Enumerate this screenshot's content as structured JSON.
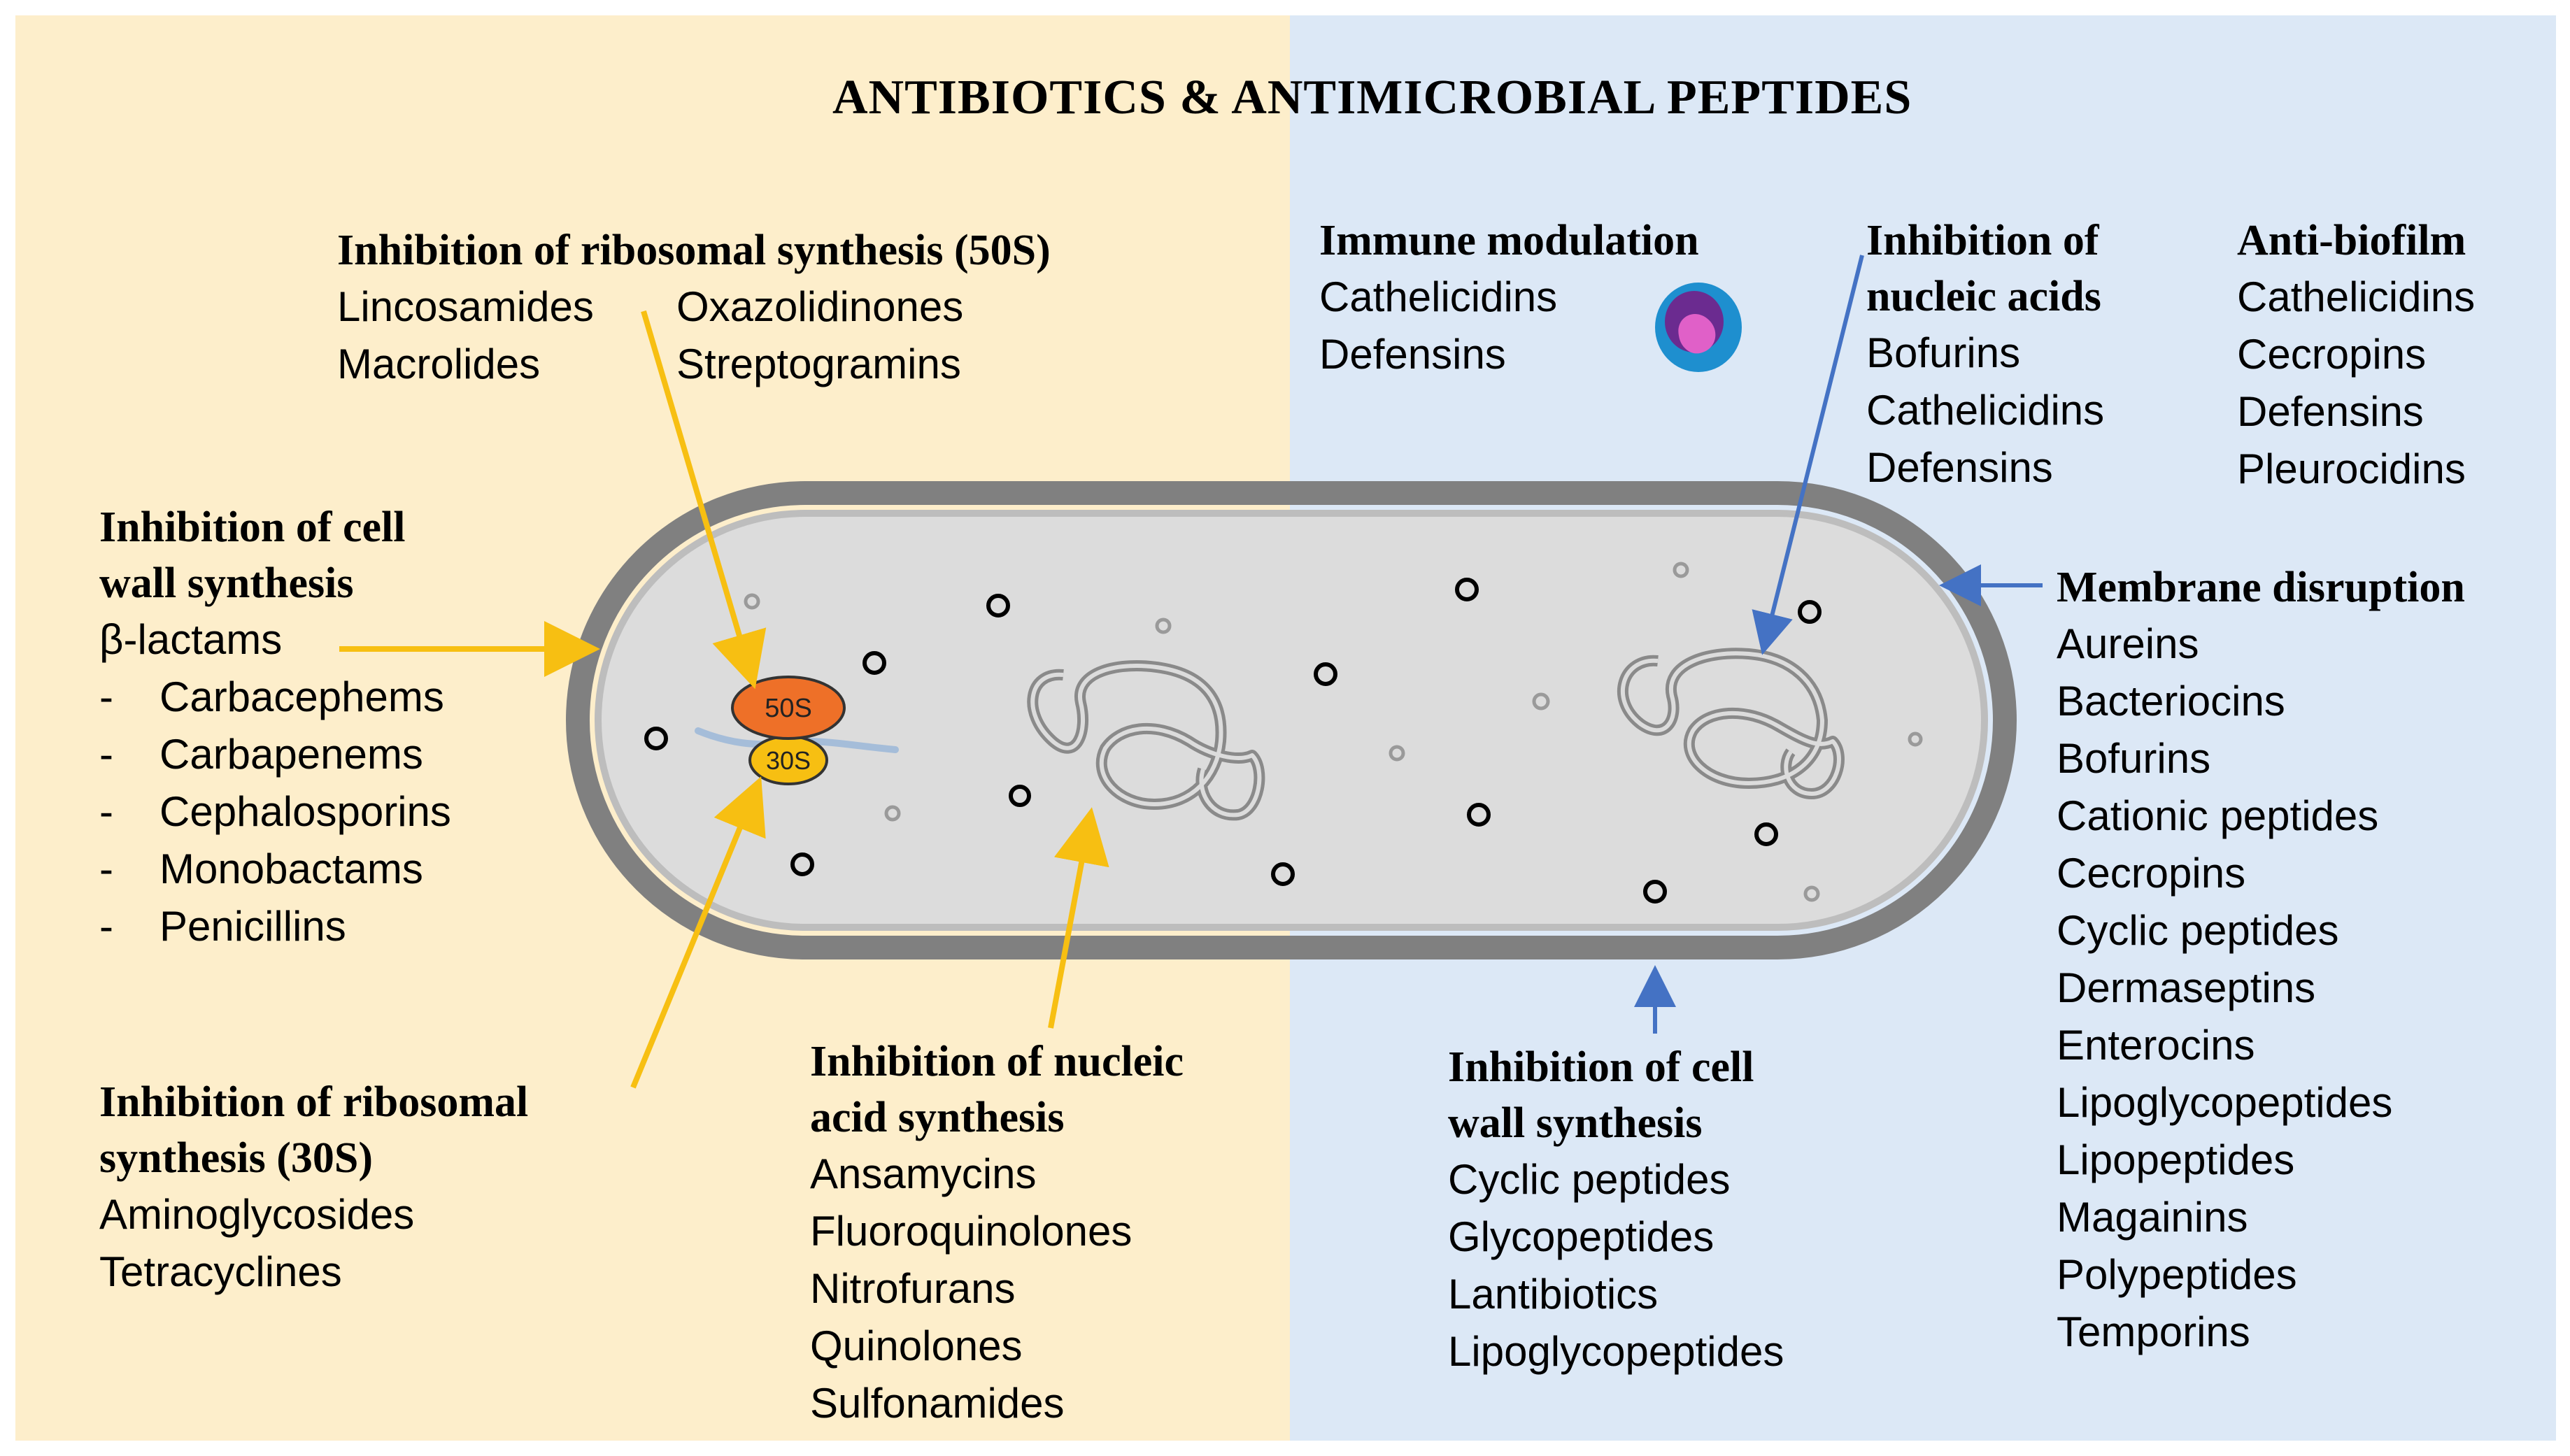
{
  "title": "ANTIBIOTICS  &  ANTIMICROBIAL PEPTIDES",
  "colors": {
    "left_panel": "#fdeecb",
    "right_panel": "#dce8f6",
    "cell_fill": "#dcdcdc",
    "cell_wall_outer": "#808080",
    "cell_wall_inner": "#bdbdbd",
    "antibiotic_arrow": "#f7bf12",
    "peptide_arrow": "#4472c4",
    "ribosome_50s": "#ee7028",
    "ribosome_30s": "#f7bf12",
    "mrna": "#a5bdd9",
    "immune_cell_outer": "#1e8fcf",
    "immune_cell_inner": "#6b2b90",
    "immune_cell_nucleus": "#e060c8"
  },
  "ribosome": {
    "large": "50S",
    "small": "30S"
  },
  "antibiotics": {
    "ribosome_50s": {
      "heading": "Inhibition of ribosomal synthesis (50S)",
      "col1": [
        "Lincosamides",
        "Macrolides"
      ],
      "col2": [
        "Oxazolidinones",
        "Streptogramins"
      ]
    },
    "cell_wall": {
      "heading_line1": "Inhibition of cell",
      "heading_line2": "wall synthesis",
      "group": "β-lactams",
      "dash": "-",
      "items": [
        "Carbacephems",
        "Carbapenems",
        "Cephalosporins",
        "Monobactams",
        "Penicillins"
      ]
    },
    "ribosome_30s": {
      "heading_line1": "Inhibition of ribosomal",
      "heading_line2": "synthesis (30S)",
      "items": [
        "Aminoglycosides",
        "Tetracyclines"
      ]
    },
    "nucleic_acid": {
      "heading_line1": "Inhibition of nucleic",
      "heading_line2": "acid synthesis",
      "items": [
        "Ansamycins",
        "Fluoroquinolones",
        "Nitrofurans",
        "Quinolones",
        "Sulfonamides"
      ]
    }
  },
  "peptides": {
    "immune": {
      "heading": "Immune modulation",
      "items": [
        "Cathelicidins",
        "Defensins"
      ]
    },
    "nucleic": {
      "heading_line1": "Inhibition of",
      "heading_line2": "nucleic acids",
      "items": [
        "Bofurins",
        "Cathelicidins",
        "Defensins"
      ]
    },
    "biofilm": {
      "heading": "Anti-biofilm",
      "items": [
        "Cathelicidins",
        "Cecropins",
        "Defensins",
        "Pleurocidins"
      ]
    },
    "membrane": {
      "heading": "Membrane disruption",
      "items": [
        "Aureins",
        "Bacteriocins",
        "Bofurins",
        "Cationic peptides",
        "Cecropins",
        "Cyclic peptides",
        "Dermaseptins",
        "Enterocins",
        "Lipoglycopeptides",
        "Lipopeptides",
        "Magainins",
        "Polypeptides",
        "Temporins"
      ]
    },
    "cell_wall": {
      "heading_line1": "Inhibition of cell",
      "heading_line2": "wall synthesis",
      "items": [
        "Cyclic peptides",
        "Glycopeptides",
        "Lantibiotics",
        "Lipoglycopeptides"
      ]
    }
  }
}
